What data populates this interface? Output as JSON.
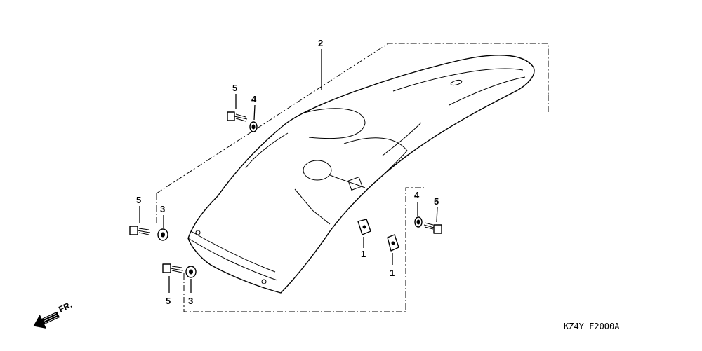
{
  "diagram": {
    "callouts": [
      {
        "id": "c2",
        "text": "2"
      },
      {
        "id": "c5a",
        "text": "5"
      },
      {
        "id": "c4a",
        "text": "4"
      },
      {
        "id": "c5b",
        "text": "5"
      },
      {
        "id": "c3a",
        "text": "3"
      },
      {
        "id": "c5c",
        "text": "5"
      },
      {
        "id": "c3b",
        "text": "3"
      },
      {
        "id": "c4b",
        "text": "4"
      },
      {
        "id": "c5d",
        "text": "5"
      },
      {
        "id": "c1a",
        "text": "1"
      },
      {
        "id": "c1b",
        "text": "1"
      }
    ],
    "direction_label": "FR.",
    "diagram_code": "KZ4Y  F2000A"
  }
}
